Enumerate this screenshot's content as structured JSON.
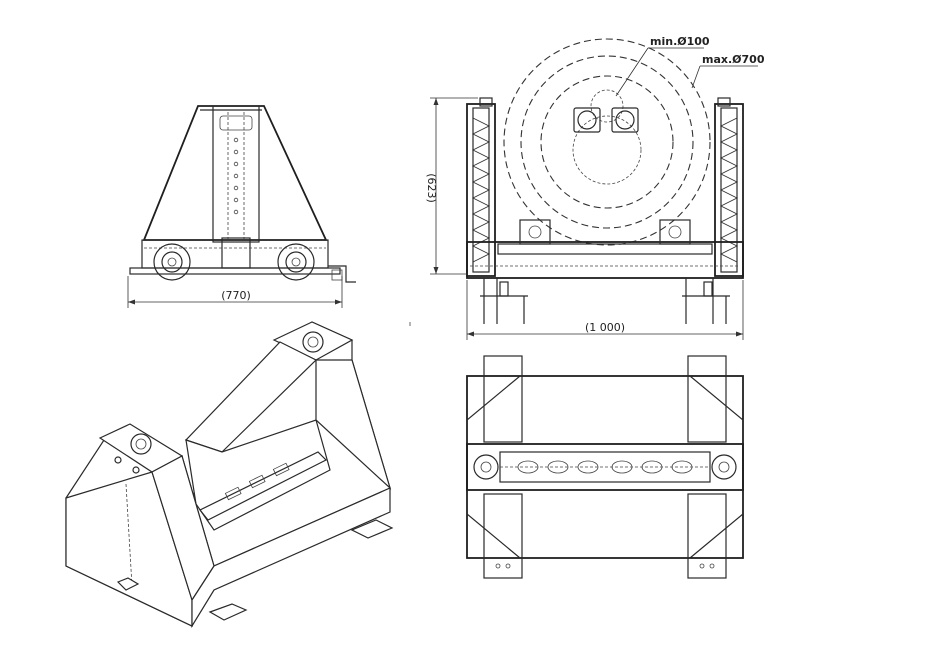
{
  "drawing": {
    "dimensions": {
      "width_side": "(770)",
      "height_front": "(623)",
      "width_front": "(1 000)"
    },
    "callouts": {
      "min_diameter": "min.Ø100",
      "max_diameter": "max.Ø700"
    }
  },
  "colors": {
    "line": "#2a2a2a",
    "paper": "#ffffff"
  }
}
